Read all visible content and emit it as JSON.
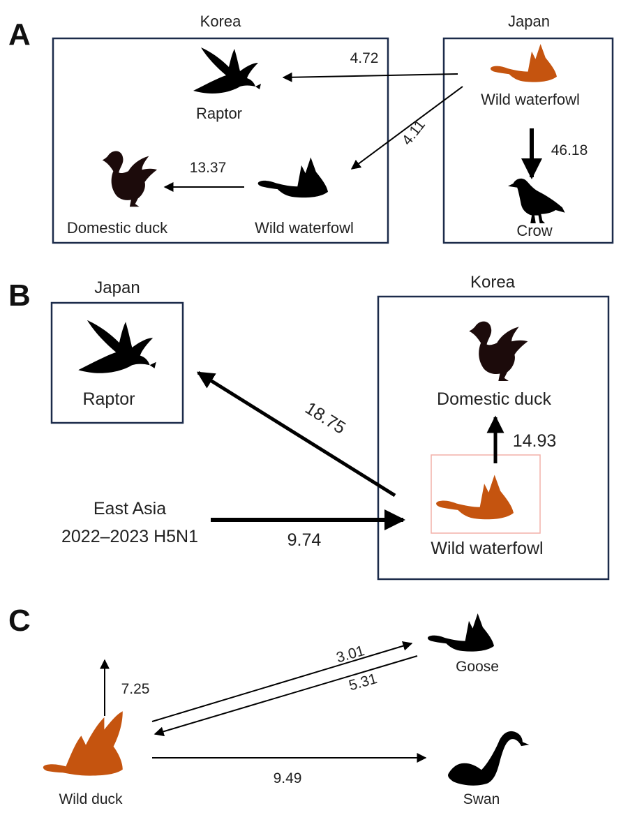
{
  "colors": {
    "highlight": "#c5540f",
    "silhouette": "#000000",
    "domestic_duck": "#1c0b0b",
    "box_border": "#1c2b4a",
    "highlight_box": "#f2b0a8"
  },
  "panel_a": {
    "letter": "A",
    "region_left": "Korea",
    "region_right": "Japan",
    "nodes": {
      "raptor": "Raptor",
      "domestic_duck": "Domestic duck",
      "wild_waterfowl_korea": "Wild waterfowl",
      "wild_waterfowl_japan": "Wild waterfowl",
      "crow": "Crow"
    },
    "rates": {
      "japan_to_raptor": "4.72",
      "japan_to_korea_waterfowl": "4.11",
      "waterfowl_to_domestic": "13.37",
      "waterfowl_to_crow": "46.18"
    }
  },
  "panel_b": {
    "letter": "B",
    "region_left": "Japan",
    "region_right": "Korea",
    "nodes": {
      "raptor": "Raptor",
      "domestic_duck": "Domestic duck",
      "wild_waterfowl": "Wild waterfowl"
    },
    "source_line1": "East Asia",
    "source_line2": "2022–2023 H5N1",
    "rates": {
      "waterfowl_to_raptor": "18.75",
      "waterfowl_to_domestic": "14.93",
      "east_asia_to_waterfowl": "9.74"
    }
  },
  "panel_c": {
    "letter": "C",
    "nodes": {
      "wild_duck": "Wild duck",
      "goose": "Goose",
      "swan": "Swan"
    },
    "rates": {
      "wild_duck_up": "7.25",
      "duck_to_goose": "3.01",
      "goose_to_duck": "5.31",
      "duck_to_swan": "9.49"
    }
  }
}
